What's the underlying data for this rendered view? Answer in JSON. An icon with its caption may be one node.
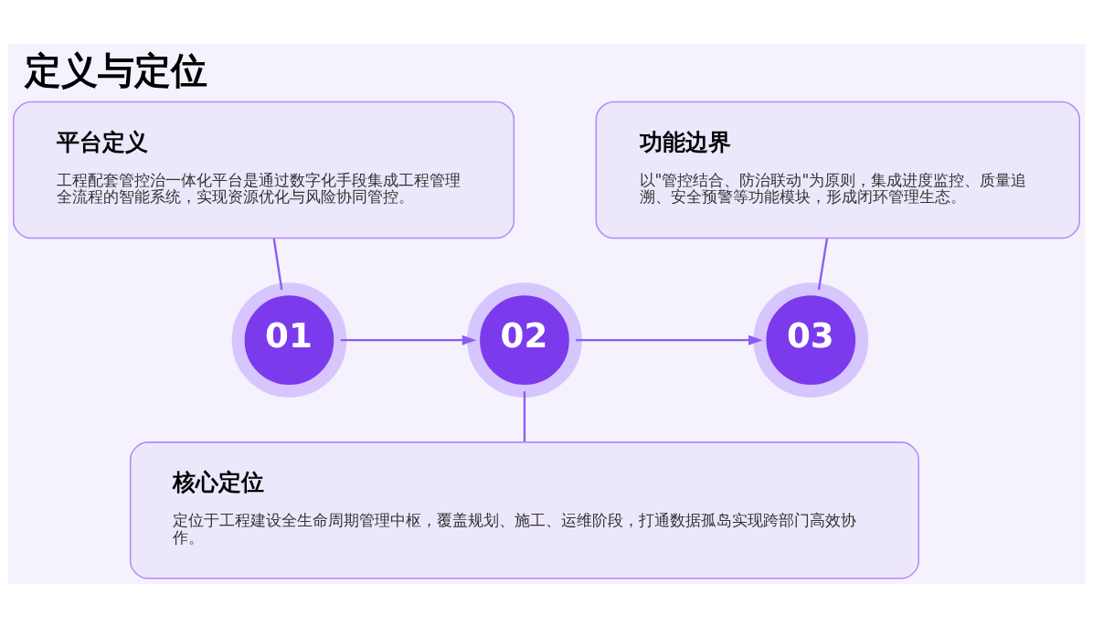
{
  "diagram": {
    "title": "定义与定位",
    "nodes": [
      {
        "text": [
          "平台定义",
          "工程配套管控治一体化平台是通过数字化手段集成工程管理全流程的智能系统，实现资源优化与风险协同管控。"
        ]
      },
      {
        "text": [
          "功能边界",
          "以\"管控结合、防治联动\"为原则，集成进度监控、质量追溯、安全预警等功能模块，形成闭环管理生态。"
        ]
      },
      {
        "text": [
          "核心定位",
          "定位于工程建设全生命周期管理中枢，覆盖规划、施工、运维阶段，打通数据孤岛实现跨部门高效协作。"
        ]
      },
      {
        "text": [
          "01"
        ]
      },
      {
        "text": [
          "02"
        ]
      },
      {
        "text": [
          "03"
        ]
      }
    ],
    "edges": [
      {
        "from": 0,
        "to": 3,
        "arrow": "none"
      },
      {
        "from": 3,
        "to": 4,
        "arrow": "to"
      },
      {
        "from": 4,
        "to": 5,
        "arrow": "to"
      },
      {
        "from": 4,
        "to": 2,
        "arrow": "none"
      },
      {
        "from": 1,
        "to": 5,
        "arrow": "none"
      }
    ]
  }
}
